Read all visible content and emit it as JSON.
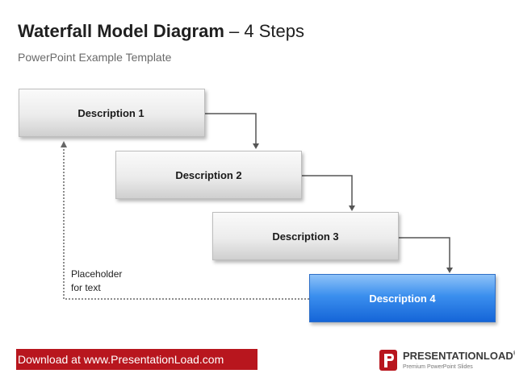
{
  "header": {
    "title_bold": "Waterfall Model Diagram",
    "title_rest": " – 4 Steps",
    "subtitle": "PowerPoint Example Template"
  },
  "steps": [
    {
      "label": "Description 1"
    },
    {
      "label": "Description 2"
    },
    {
      "label": "Description 3"
    },
    {
      "label": "Description 4"
    }
  ],
  "placeholder": {
    "line1": "Placeholder",
    "line2": "for text"
  },
  "footer": {
    "text": "Download at www.PresentationLoad.com"
  },
  "logo": {
    "name_part1": "PRESENTATION",
    "name_part2": "LOAD",
    "registered": "®",
    "tagline": "Premium PowerPoint Slides"
  },
  "colors": {
    "accent_red": "#b8161e",
    "highlight_blue": "#3b8fee",
    "connector": "#555555"
  }
}
